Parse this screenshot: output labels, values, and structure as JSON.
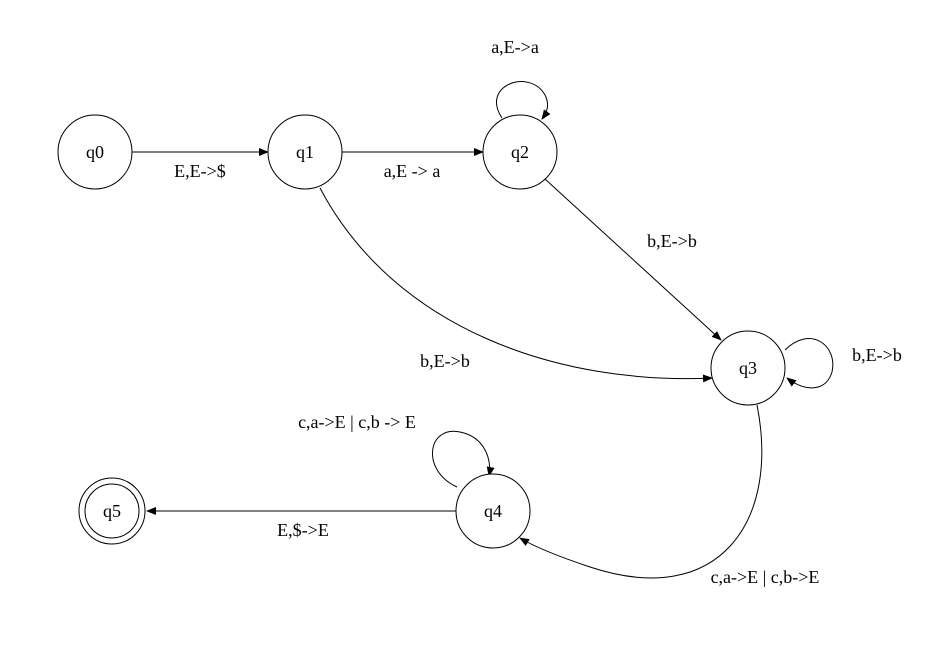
{
  "diagram": {
    "states": [
      {
        "id": "q0",
        "label": "q0",
        "accepting": false
      },
      {
        "id": "q1",
        "label": "q1",
        "accepting": false
      },
      {
        "id": "q2",
        "label": "q2",
        "accepting": false
      },
      {
        "id": "q3",
        "label": "q3",
        "accepting": false
      },
      {
        "id": "q4",
        "label": "q4",
        "accepting": false
      },
      {
        "id": "q5",
        "label": "q5",
        "accepting": true
      }
    ],
    "transitions": [
      {
        "from": "q0",
        "to": "q1",
        "label": "E,E->$"
      },
      {
        "from": "q1",
        "to": "q2",
        "label": "a,E -> a"
      },
      {
        "from": "q2",
        "to": "q2",
        "label": "a,E->a"
      },
      {
        "from": "q2",
        "to": "q3",
        "label": "b,E->b"
      },
      {
        "from": "q1",
        "to": "q3",
        "label": "b,E->b"
      },
      {
        "from": "q3",
        "to": "q3",
        "label": "b,E->b"
      },
      {
        "from": "q3",
        "to": "q4",
        "label": "c,a->E | c,b->E"
      },
      {
        "from": "q4",
        "to": "q4",
        "label": "c,a->E | c,b -> E"
      },
      {
        "from": "q4",
        "to": "q5",
        "label": "E,$->E"
      }
    ]
  }
}
